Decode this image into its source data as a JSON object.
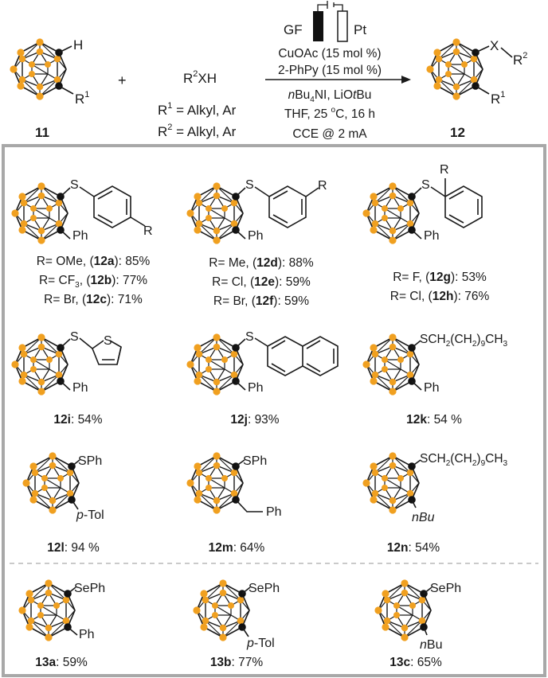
{
  "reaction": {
    "left_label": "11",
    "left_H": "H",
    "left_R": "R",
    "left_R_sup": "1",
    "plus": "+",
    "reagent": {
      "r": "R",
      "sup": "2",
      "xh": "XH"
    },
    "r1_def": {
      "r": "R",
      "sup": "1",
      "text": " = Alkyl, Ar"
    },
    "r2_def": {
      "r": "R",
      "sup": "2",
      "text": " = Alkyl, Ar"
    },
    "electrode_anode": "GF",
    "electrode_cathode": "Pt",
    "cond1": "CuOAc (15 mol %)",
    "cond2": "2-PhPy (15 mol %)",
    "cond3": {
      "n": "n",
      "bu": "Bu",
      "sub": "4",
      "rest": "NI, LiO",
      "t": "t",
      "bu2": "Bu"
    },
    "cond4": {
      "pre": "THF, 25 ",
      "deg": "o",
      "post": "C, 16 h"
    },
    "cond5": "CCE @ 2 mA",
    "product_label": "12",
    "product_X": "X",
    "product_R2": "R",
    "product_R2_sup": "2",
    "product_R1": "R",
    "product_R1_sup": "1"
  },
  "compounds": {
    "a": {
      "S": "S",
      "R": "R",
      "Ph": "Ph",
      "lines": [
        {
          "pre": "R= OMe, (",
          "id": "12a",
          "post": "): 85%"
        },
        {
          "pre": "R= CF",
          "sub": "3",
          "mid": ",  (",
          "id": "12b",
          "post": "): 77%"
        },
        {
          "pre": "R= Br,    (",
          "id": "12c",
          "post": "): 71%"
        }
      ]
    },
    "b": {
      "S": "S",
      "R": "R",
      "Ph": "Ph",
      "lines": [
        {
          "pre": "R= Me, (",
          "id": "12d",
          "post": "): 88%"
        },
        {
          "pre": "R= Cl,  (",
          "id": "12e",
          "post": "): 59%"
        },
        {
          "pre": "R= Br,  (",
          "id": "12f",
          "post": "):  59%"
        }
      ]
    },
    "c": {
      "S": "S",
      "R": "R",
      "Ph": "Ph",
      "lines": [
        {
          "pre": "R= F,    (",
          "id": "12g",
          "post": "): 53%"
        },
        {
          "pre": "R= Cl,  (",
          "id": "12h",
          "post": "): 76%"
        }
      ]
    },
    "i": {
      "S": "S",
      "S2": "S",
      "Ph": "Ph",
      "id": "12i",
      "yield": ": 54%"
    },
    "j": {
      "S": "S",
      "Ph": "Ph",
      "id": "12j",
      "yield": ": 93%"
    },
    "k": {
      "sub_a": "SCH",
      "s1": "2",
      "sub_b": "(CH",
      "s2": "2",
      "sub_c": ")",
      "s3": "9",
      "sub_d": "CH",
      "s4": "3",
      "Ph": "Ph",
      "id": "12k",
      "yield": ": 54 %"
    },
    "l": {
      "sub": "SPh",
      "r1_i": "p",
      "r1": "-Tol",
      "id": "12l",
      "yield": ": 94 %"
    },
    "m": {
      "sub": "SPh",
      "ph": "Ph",
      "id": "12m",
      "yield": ": 64%"
    },
    "n": {
      "sub_a": "SCH",
      "s1": "2",
      "sub_b": "(CH",
      "s2": "2",
      "sub_c": ")",
      "s3": "9",
      "sub_d": "CH",
      "s4": "3",
      "r1": "nBu",
      "id": "12n",
      "yield": ": 54%"
    },
    "se_a": {
      "sub": "SePh",
      "r1": "Ph",
      "id": "13a",
      "yield": ": 59%"
    },
    "se_b": {
      "sub": "SePh",
      "r1_i": "p",
      "r1": "-Tol",
      "id": "13b",
      "yield": ": 77%"
    },
    "se_c": {
      "sub": "SePh",
      "r1_i": "n",
      "r1": "Bu",
      "id": "13c",
      "yield": ": 65%"
    }
  },
  "colors": {
    "boron": "#f0a020",
    "carbon": "#111111",
    "frame": "#a8a8a8",
    "divider": "#b8b8b8"
  }
}
